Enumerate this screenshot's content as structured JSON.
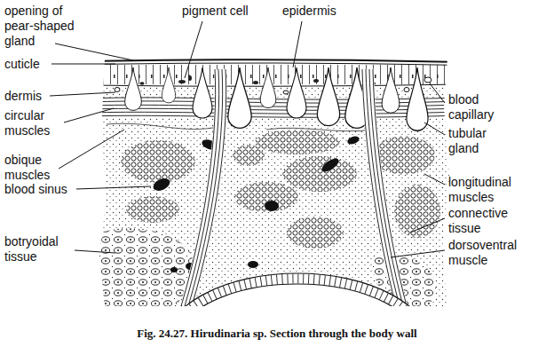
{
  "diagram": {
    "caption": "Fig. 24.27. Hirudinaria sp. Section through the body wall",
    "labels": [
      "opening of pear-shaped gland",
      "pigment cell",
      "epidermis",
      "cuticle",
      "dermis",
      "circular muscles",
      "obique muscles",
      "blood sinus",
      "botryoidal tissue",
      "blood capillary",
      "tubular gland",
      "longitudinal muscles",
      "connective tissue",
      "dorsoventral muscle"
    ]
  }
}
